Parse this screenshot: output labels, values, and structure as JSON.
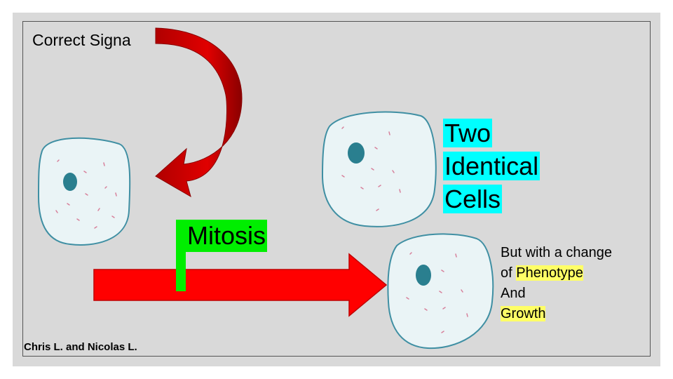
{
  "title": "Correct Signa",
  "credit": "Chris L. and Nicolas L.",
  "mitosis_label": "Mitosis",
  "result_label": {
    "line1": "Two",
    "line2": "Identical",
    "line3": "Cells"
  },
  "change_note": {
    "line1": "But with a change",
    "line2_prefix": "of ",
    "line2_highlight": "Phenotype",
    "line3": "And",
    "line4": "Growth"
  },
  "colors": {
    "slide_bg": "#d9d9d9",
    "arrow_red": "#ff0000",
    "curved_arrow_red": "#cc0000",
    "mitosis_highlight": "#00ee00",
    "cells_highlight": "#00ffff",
    "note_highlight": "#ffff66",
    "cell_fill": "#eaf4f6",
    "cell_border": "#3f8fa3",
    "nucleus": "#2a7f8f"
  }
}
